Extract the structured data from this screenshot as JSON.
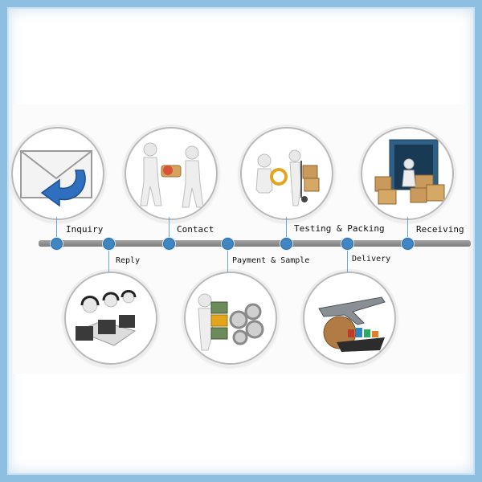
{
  "steps": {
    "inquiry": "Inquiry",
    "reply": "Reply",
    "contact": "Contact",
    "payment": "Payment & Sample",
    "testing": "Testing & Packing",
    "delivery": "Delivery",
    "receiving": "Receiving"
  },
  "colors": {
    "frame": "#8fbfe0",
    "node": "#3f86c3",
    "bar": "#8a8a8a",
    "envelope_arrow": "#2f6fbf",
    "box": "#c99a5b",
    "container": "#2e5f86"
  }
}
